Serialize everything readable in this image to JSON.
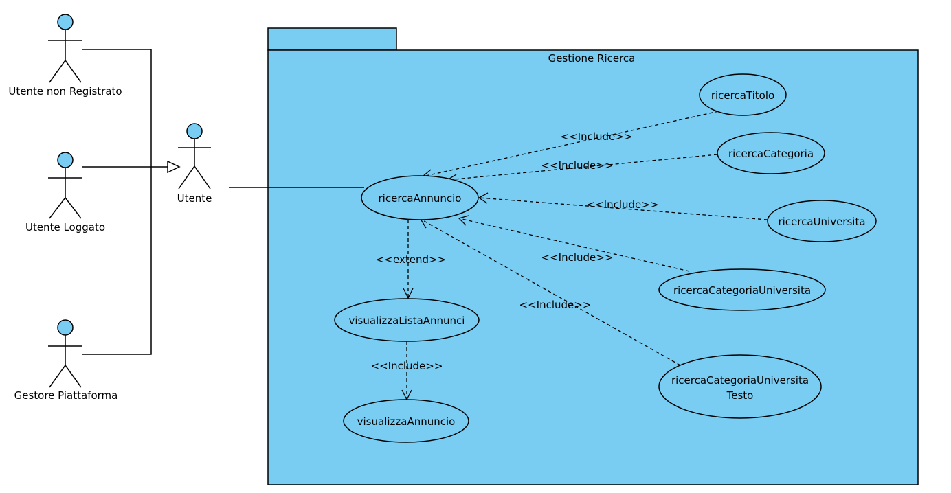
{
  "package": {
    "title": "Gestione Ricerca"
  },
  "actors": {
    "non_registrato": "Utente non Registrato",
    "loggato": "Utente Loggato",
    "gestore": "Gestore Piattaforma",
    "utente": "Utente"
  },
  "use_cases": {
    "ricerca_annuncio": "ricercaAnnuncio",
    "ricerca_titolo": "ricercaTitolo",
    "ricerca_categoria": "ricercaCategoria",
    "ricerca_universita": "ricercaUniversita",
    "ricerca_categoria_universita": "ricercaCategoriaUniversita",
    "ricerca_categoria_universita_testo_l1": "ricercaCategoriaUniversita",
    "ricerca_categoria_universita_testo_l2": "Testo",
    "visualizza_lista_annunci": "visualizzaListaAnnunci",
    "visualizza_annuncio": "visualizzaAnnuncio"
  },
  "relations": {
    "include_titolo": "<<Include>>",
    "include_categoria": "<<Include>>",
    "include_universita": "<<Include>>",
    "include_categoria_universita": "<<Include>>",
    "include_categoria_universita_testo": "<<Include>>",
    "extend_lista": "<<extend>>",
    "include_annuncio": "<<Include>>"
  },
  "colors": {
    "fill": "#79CDF3",
    "stroke": "#000000"
  }
}
